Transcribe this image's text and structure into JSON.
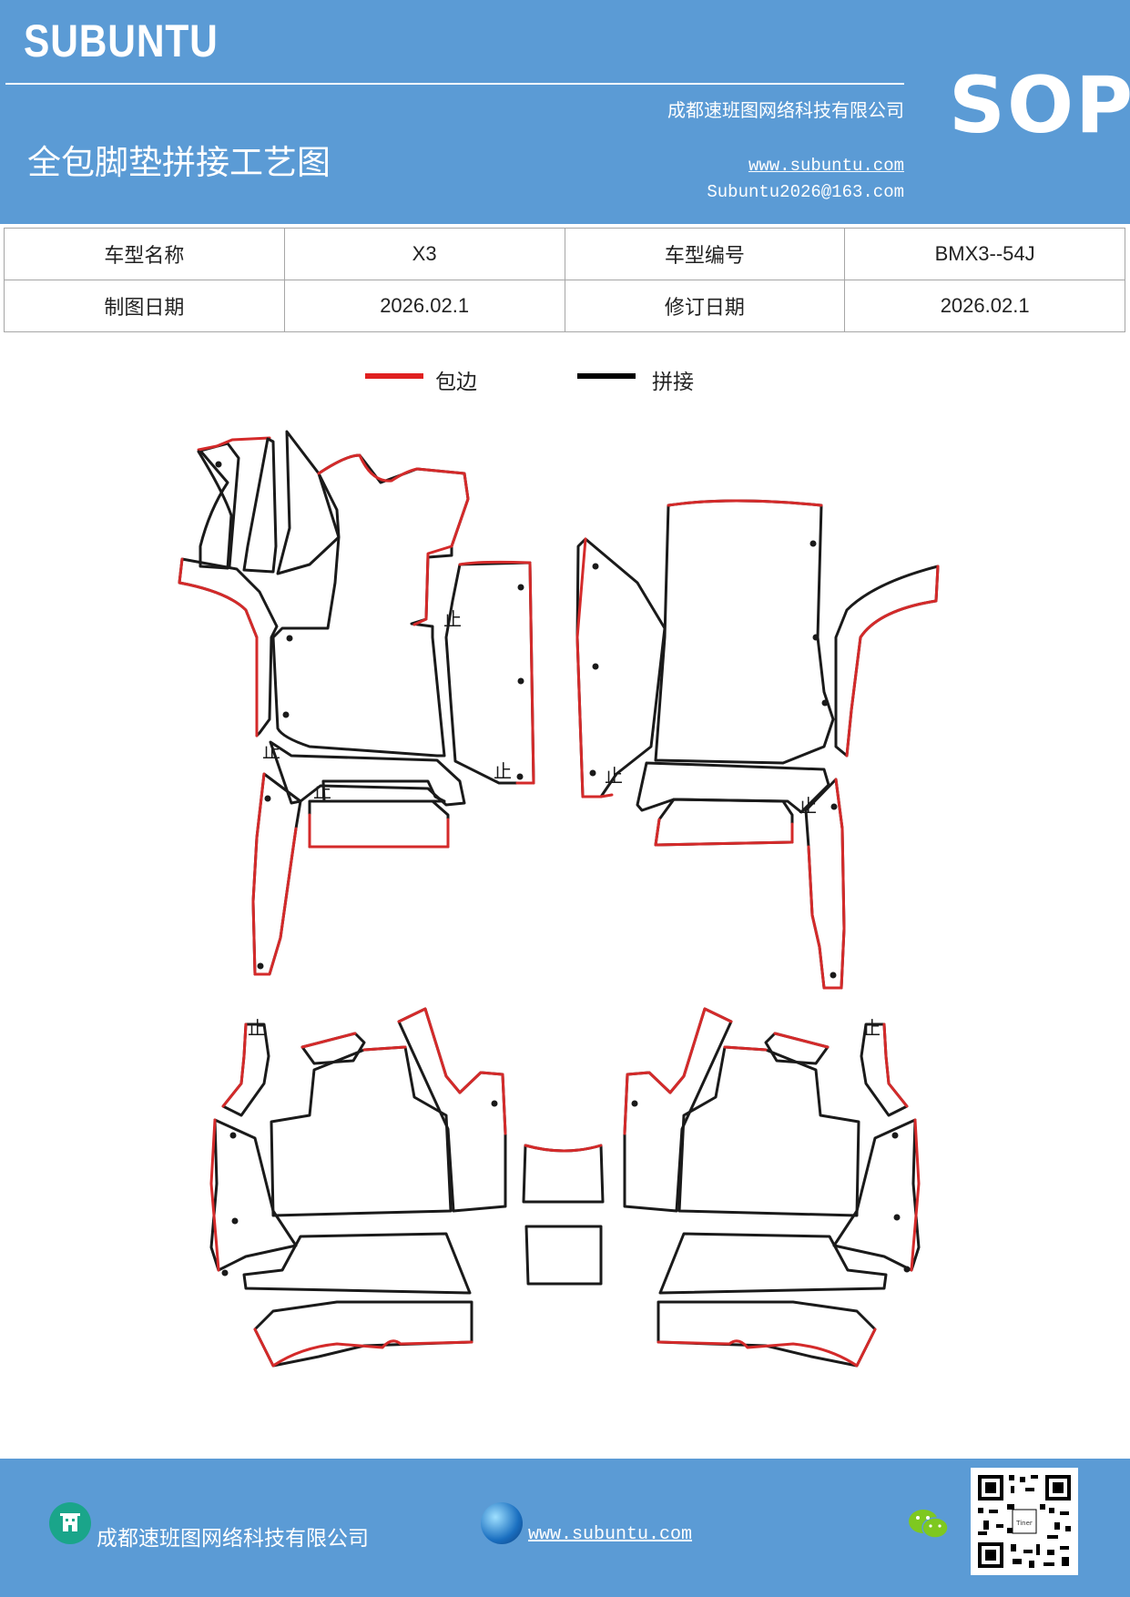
{
  "header": {
    "brand": "SUBUNTU",
    "company": "成都速班图网络科技有限公司",
    "title": "全包脚垫拼接工艺图",
    "website": "www.subuntu.com",
    "email": "Subuntu2026@163.com",
    "sop": "SOP"
  },
  "info_table": {
    "row1": {
      "label1": "车型名称",
      "value1": "X3",
      "label2": "车型编号",
      "value2": "BMX3--54J"
    },
    "row2": {
      "label1": "制图日期",
      "value1": "2026.02.1",
      "label2": "修订日期",
      "value2": "2026.02.1"
    }
  },
  "legend": {
    "items": [
      {
        "label": "包边",
        "color": "#e02020"
      },
      {
        "label": "拼接",
        "color": "#000000"
      }
    ]
  },
  "diagram": {
    "stop_mark": "止",
    "edge_color": "#d42a2a",
    "seam_color": "#1a1a1a"
  },
  "footer": {
    "company": "成都速班图网络科技有限公司",
    "website": "www.subuntu.com",
    "qr_center": "Tiner"
  }
}
